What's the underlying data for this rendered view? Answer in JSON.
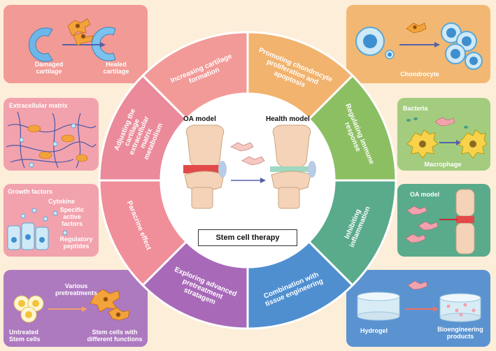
{
  "colors": {
    "background": "#fdeed9",
    "seg_increasing": "#f29a98",
    "seg_promoting": "#f2b36e",
    "seg_immune": "#8cbf62",
    "seg_inflammation": "#5aaa8c",
    "seg_tissue": "#4f8fd0",
    "seg_pretreatment": "#a86ab8",
    "seg_paracrine": "#f08f9a",
    "seg_ecm": "#ea8a9a"
  },
  "wheel": {
    "segments": [
      {
        "id": "increasing",
        "lines": [
          "Increasing cartilage",
          "formation"
        ]
      },
      {
        "id": "promoting",
        "lines": [
          "Promoting chondrocyte",
          "proliferation and",
          "apoptosis"
        ]
      },
      {
        "id": "immune",
        "lines": [
          "Regulating immune",
          "response"
        ]
      },
      {
        "id": "inflammation",
        "lines": [
          "Inhibiting",
          "inflammation"
        ]
      },
      {
        "id": "tissue",
        "lines": [
          "Combination with",
          "tissue engineering"
        ]
      },
      {
        "id": "pretreatment",
        "lines": [
          "Exploring advanced",
          "pretreatment",
          "stratagem"
        ]
      },
      {
        "id": "paracrine",
        "lines": [
          "Paracrine effect"
        ]
      },
      {
        "id": "ecm",
        "lines": [
          "Adjusting the",
          "cartilage",
          "extracellular",
          "matrix",
          "metabolism"
        ]
      }
    ]
  },
  "center": {
    "oa_model": "OA model",
    "health_model": "Health model",
    "therapy": "Stem cell therapy"
  },
  "panels": {
    "cartilage": {
      "damaged": "Damaged\ncartilage",
      "healed": "Healed\ncartilage"
    },
    "chondrocyte": {
      "label": "Chondrocyte"
    },
    "ecm": {
      "title": "Extracellular matrix"
    },
    "immune": {
      "bacteria": "Bacteria",
      "macrophage": "Macrophage"
    },
    "paracrine": {
      "growth": "Growth factors",
      "cytokine": "Cytokine",
      "specific": "Specific\nactive\nfactors",
      "peptides": "Regulatory\npeptides"
    },
    "inflammation": {
      "oa_model": "OA model"
    },
    "pretreat": {
      "various": "Various\npretreatments",
      "untreated": "Untreated\nStem cells",
      "result": "Stem cells with\ndifferent functions"
    },
    "tissue": {
      "hydrogel": "Hydrogel",
      "products": "Bioengineering\nproducts"
    }
  }
}
